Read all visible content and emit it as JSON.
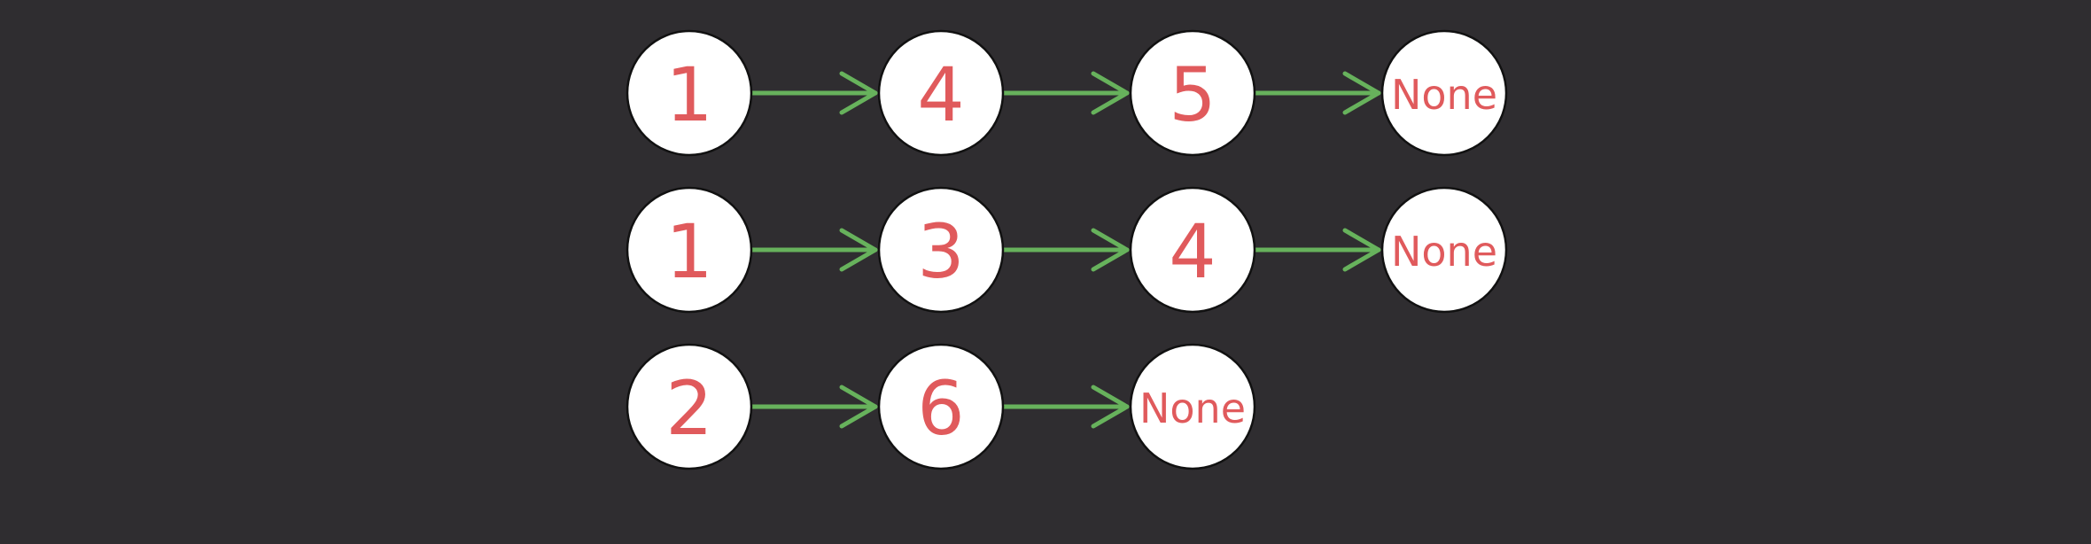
{
  "diagram": {
    "background_color": "#2f2d30",
    "node_fill": "#ffffff",
    "node_stroke": "#111111",
    "text_color": "#e05a5c",
    "arrow_color": "#67b25c",
    "lists": [
      {
        "nodes": [
          "1",
          "4",
          "5",
          "None"
        ]
      },
      {
        "nodes": [
          "1",
          "3",
          "4",
          "None"
        ]
      },
      {
        "nodes": [
          "2",
          "6",
          "None"
        ]
      }
    ]
  }
}
